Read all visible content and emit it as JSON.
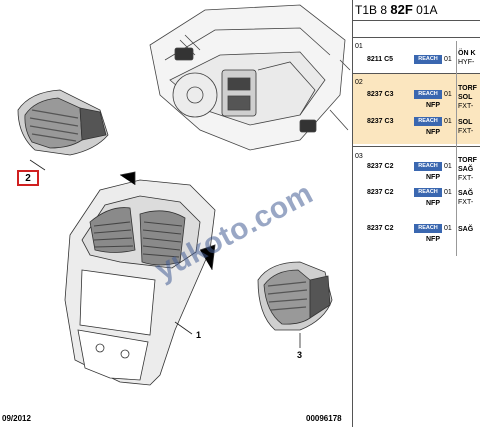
{
  "header": {
    "ref_prefix": "T1B 8",
    "ref_bold": "82F",
    "ref_suffix": "01A"
  },
  "footer": {
    "date": "09/2012",
    "code": "00096178"
  },
  "watermark": "yukoto.com",
  "callouts": {
    "part1": "1",
    "part2": "2",
    "part3": "3"
  },
  "colors": {
    "highlight": "#fbe6bf",
    "reach_badge": "#3a67b0",
    "callout_box": "#d02020"
  },
  "groups": [
    {
      "num": "01",
      "highlight": false,
      "rows": [
        {
          "part": "8211 C5",
          "badge": "REACH",
          "nfp": "",
          "qty": "01",
          "desc": "ÖN K",
          "sub": "HYF-"
        }
      ]
    },
    {
      "num": "02",
      "highlight": true,
      "rows": [
        {
          "part": "8237 C3",
          "badge": "REACH",
          "nfp": "NFP",
          "qty": "01",
          "desc": "TORF",
          "desc2": "SOL",
          "sub": "FXT-"
        },
        {
          "part": "8237 C3",
          "badge": "REACH",
          "nfp": "NFP",
          "qty": "01",
          "desc": "SOL",
          "sub": "FXT-"
        }
      ]
    },
    {
      "num": "03",
      "highlight": false,
      "rows": [
        {
          "part": "8237 C2",
          "badge": "REACH",
          "nfp": "NFP",
          "qty": "01",
          "desc": "TORF",
          "desc2": "SAĞ",
          "sub": "FXT-"
        },
        {
          "part": "8237 C2",
          "badge": "REACH",
          "nfp": "NFP",
          "qty": "01",
          "desc": "SAĞ",
          "sub": "FXT-"
        },
        {
          "part": "8237 C2",
          "badge": "REACH",
          "nfp": "NFP",
          "qty": "01",
          "desc": "SAĞ",
          "sub": ""
        }
      ]
    }
  ]
}
